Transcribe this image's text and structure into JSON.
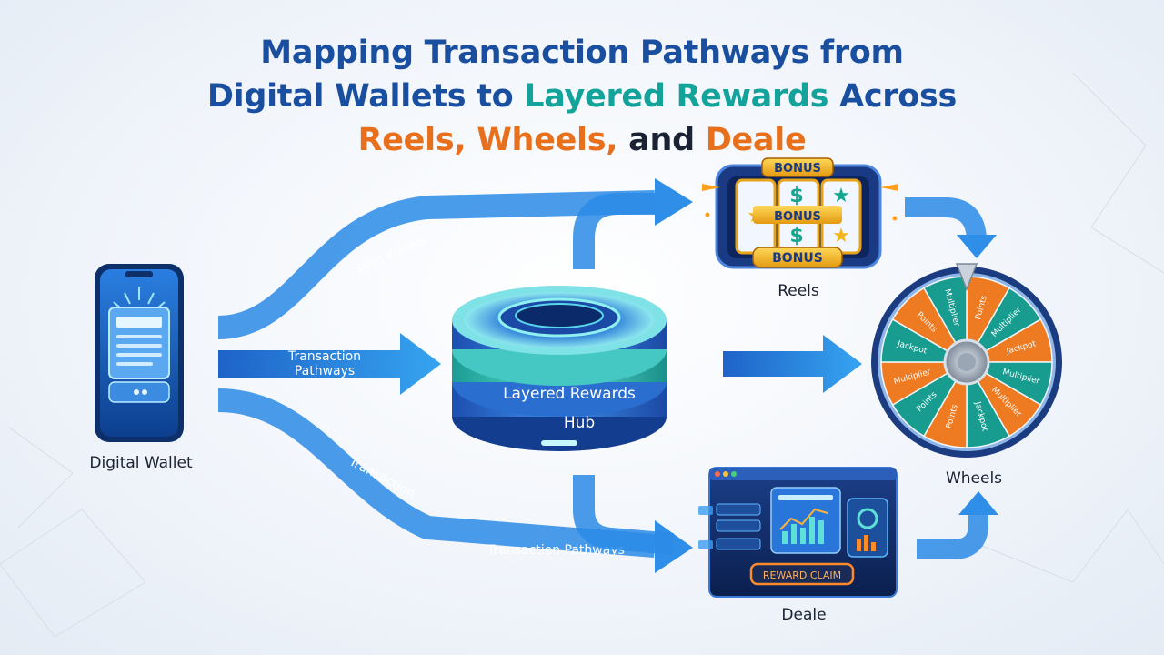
{
  "title": {
    "line1": "Mapping Transaction Pathways from",
    "line2_a": "Digital Wallets to ",
    "line2_b": "Layered Rewards",
    "line2_c": " Across",
    "line3_a": "Reels, Wheels,",
    "line3_b": " and ",
    "line3_c": "Deale"
  },
  "nodes": {
    "wallet": "Digital Wallet",
    "hub_line1": "Layered Rewards",
    "hub_line2": "Hub",
    "reels": "Reels",
    "wheels": "Wheels",
    "deale": "Deale"
  },
  "arrows": {
    "top": "Digit Wallets",
    "middle_line1": "Transaction",
    "middle_line2": "Pathways",
    "lower": "Transaction",
    "bottom": "Transaction Pathways"
  },
  "reels": {
    "bonus_top": "BONUS",
    "bonus_middle": "BONUS",
    "bonus_bottom": "BONUS",
    "symbol_dollar": "$",
    "symbol_star": "★"
  },
  "wheel": {
    "segments": [
      "Points",
      "Multiplier",
      "Jackpot",
      "Multiplier",
      "Multiplier",
      "Jackpot",
      "Points",
      "Points",
      "Multiplier",
      "Jackpot",
      "Points",
      "Multiplier"
    ]
  },
  "deale": {
    "button": "REWARD CLAIM"
  },
  "colors": {
    "title_blue": "#1a4fa0",
    "title_teal": "#13a39a",
    "title_orange": "#e8701c",
    "arrow_blue": "#2a8be6",
    "wheel_orange": "#ee7a22",
    "wheel_teal": "#179c8f"
  }
}
